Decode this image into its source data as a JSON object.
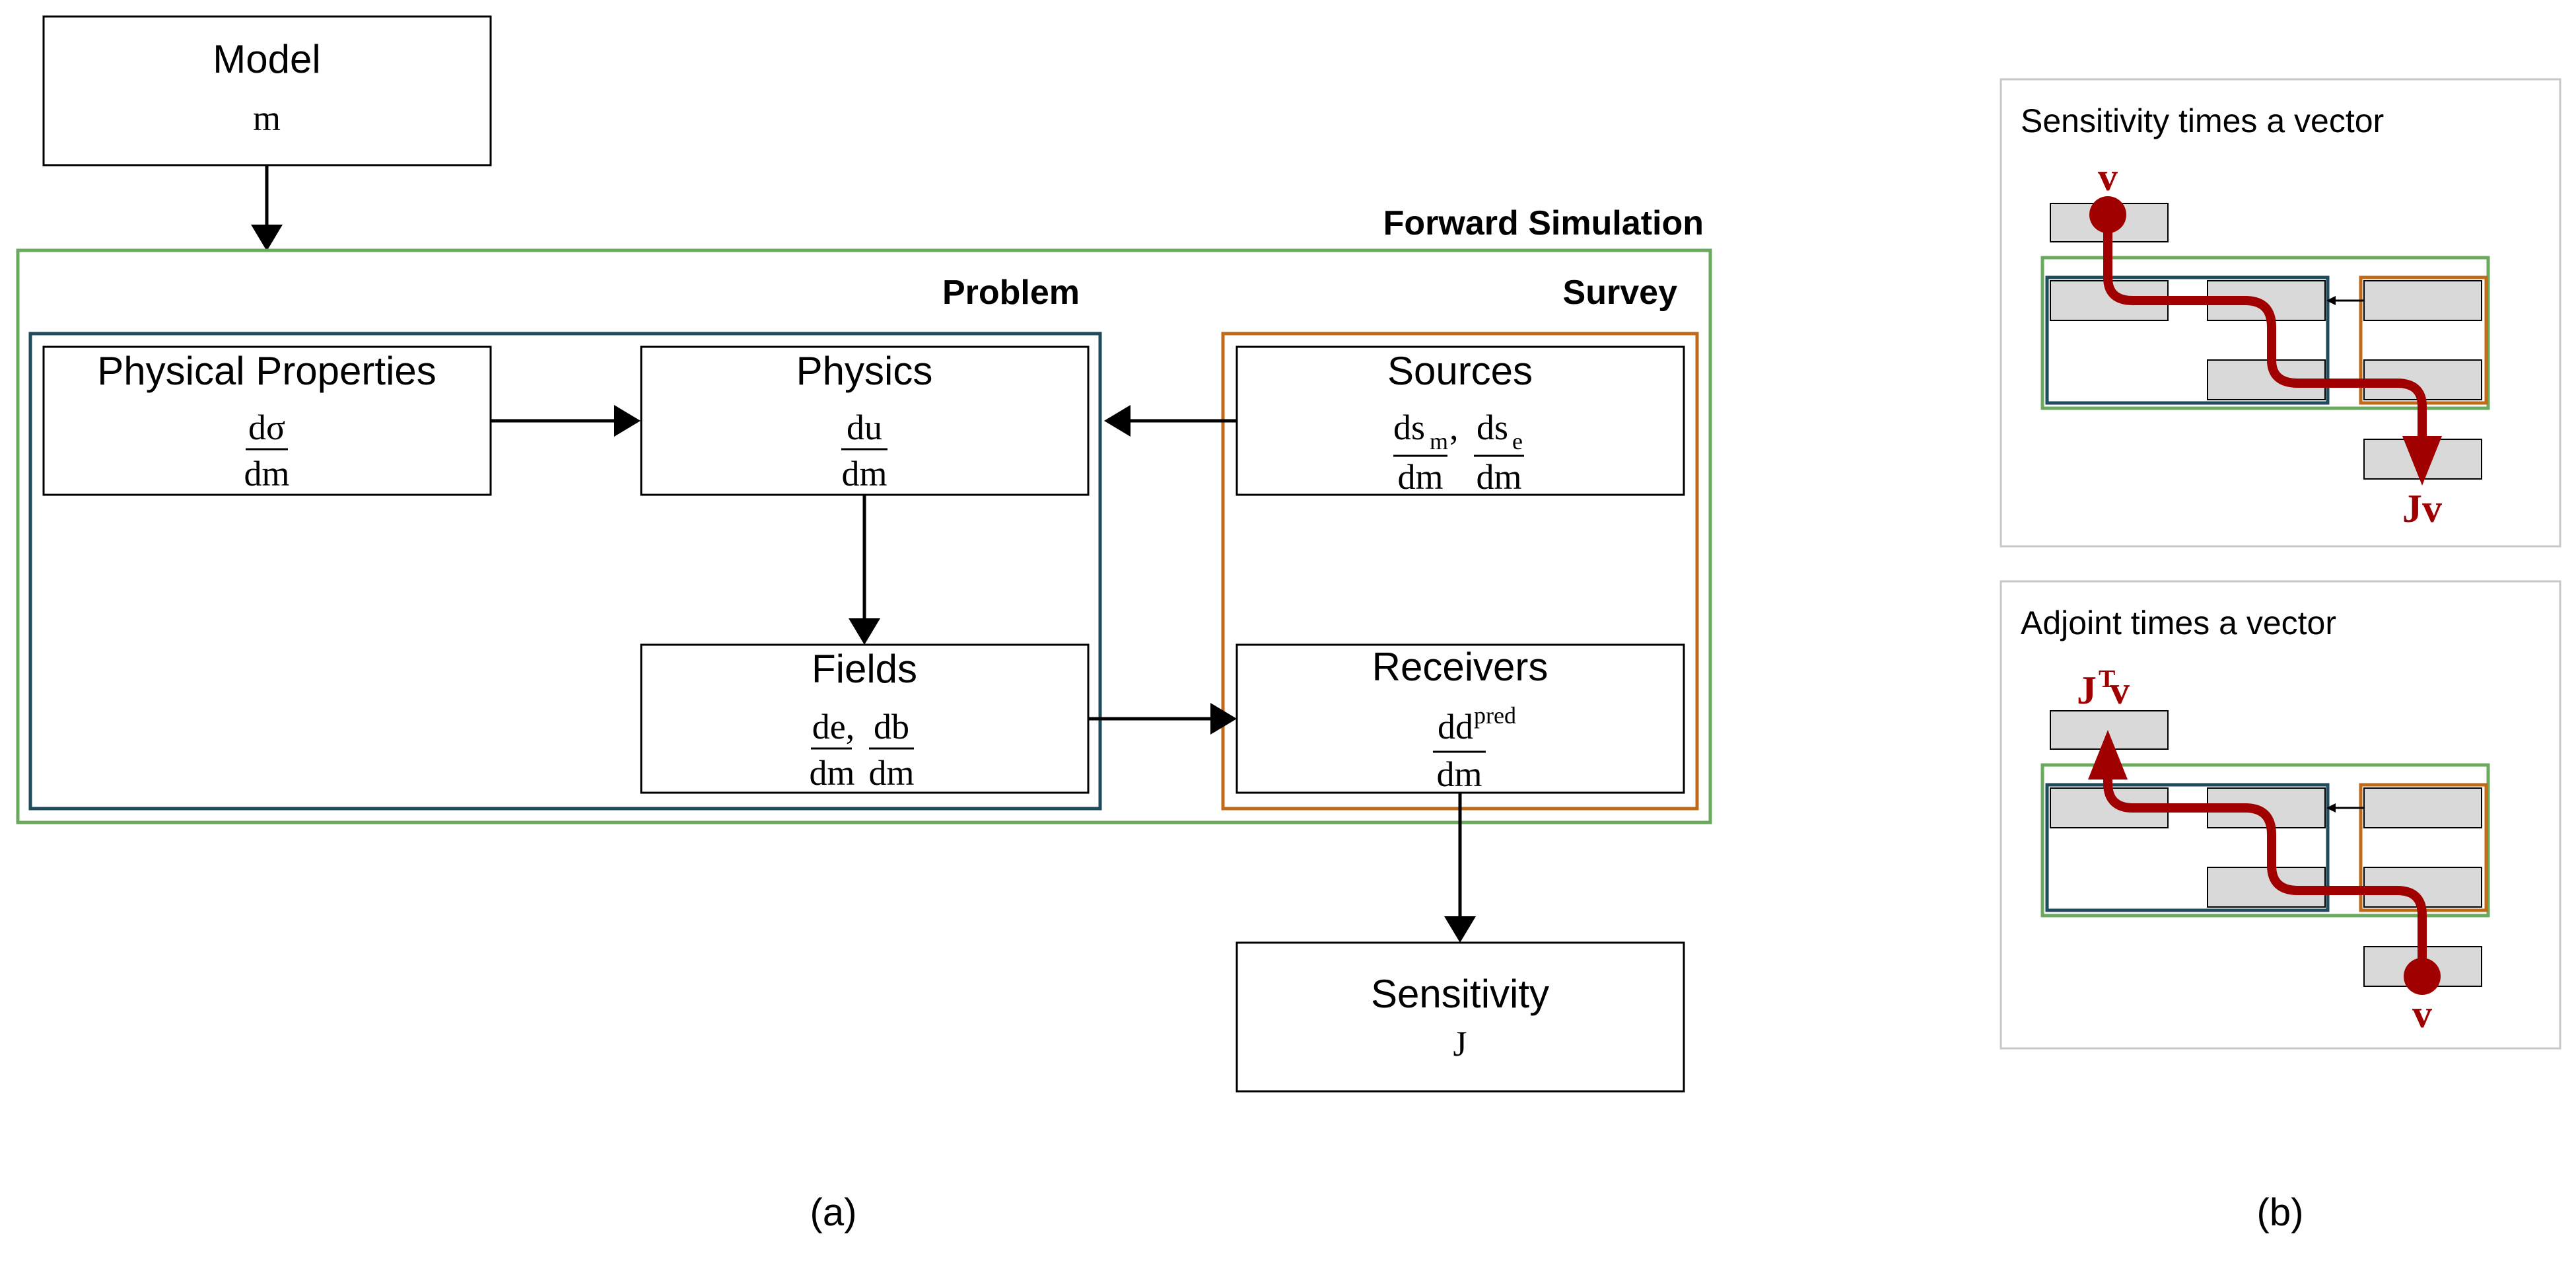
{
  "colors": {
    "forward": "#6aaa5f",
    "problem": "#1f4b5c",
    "survey": "#c06a1a",
    "path": "#a00000",
    "minibox": "#d9d9d9"
  },
  "panel_a": {
    "model": {
      "title": "Model",
      "symbol": "m"
    },
    "forward_label": "Forward Simulation",
    "problem_label": "Problem",
    "survey_label": "Survey",
    "physprops": {
      "title": "Physical Properties",
      "num": "dσ",
      "den": "dm"
    },
    "physics": {
      "title": "Physics",
      "num": "du",
      "den": "dm"
    },
    "fields": {
      "title": "Fields",
      "num1": "de,",
      "den1": "dm",
      "num2": "db",
      "den2": "dm"
    },
    "sources": {
      "title": "Sources",
      "num1": "ds",
      "sub1": "m",
      "comma": ",",
      "den1": "dm",
      "num2": "ds",
      "sub2": "e",
      "den2": "dm"
    },
    "receivers": {
      "title": "Receivers",
      "num": "dd",
      "sup": "pred",
      "den": "dm"
    },
    "sensitivity": {
      "title": "Sensitivity",
      "symbol": "J"
    },
    "caption": "(a)"
  },
  "panel_b": {
    "top": {
      "title": "Sensitivity times a vector",
      "in_label": "v",
      "out_label": "Jv"
    },
    "bottom": {
      "title": "Adjoint times a vector",
      "out_label": "J",
      "out_sup": "T",
      "out_v": "v",
      "in_label": "v"
    },
    "caption": "(b)"
  }
}
